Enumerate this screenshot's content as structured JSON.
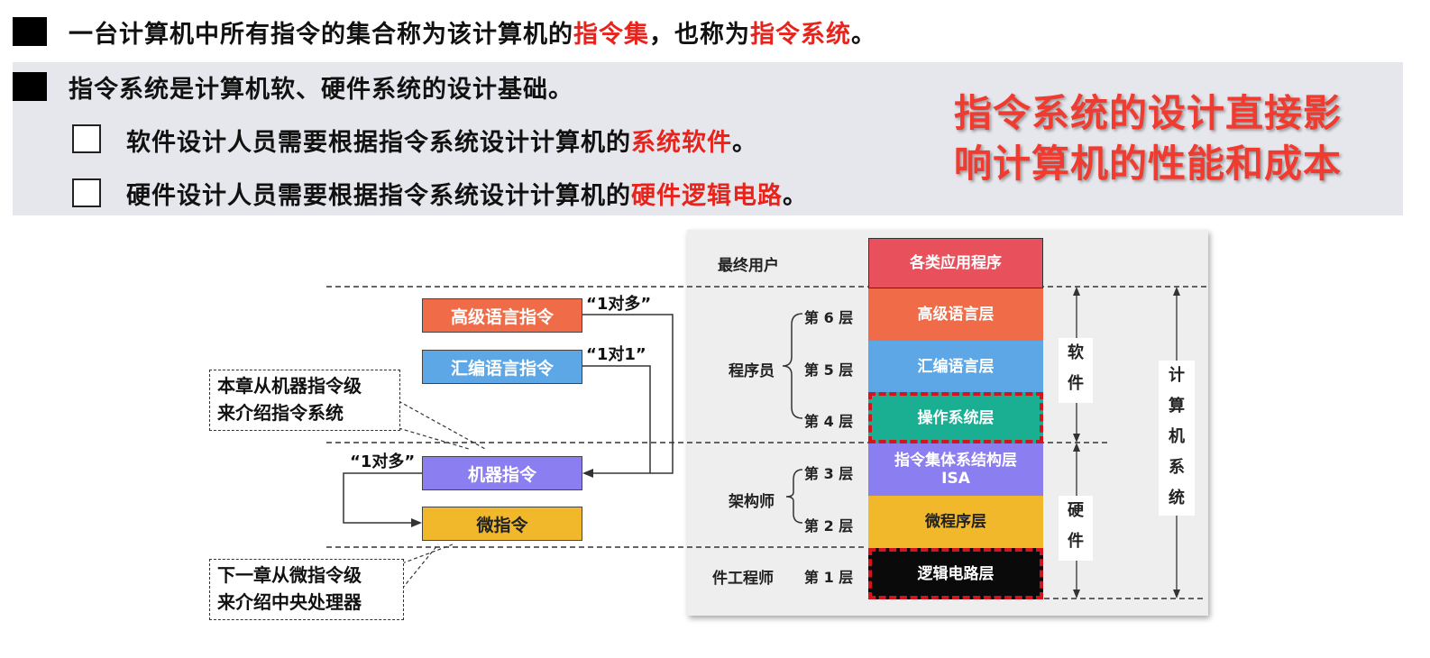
{
  "bullets": {
    "line1": {
      "pre": "一台计算机中所有指令的集合称为该计算机的",
      "hl1": "指令集",
      "mid": "，也称为",
      "hl2": "指令系统",
      "post": "。"
    },
    "line2": {
      "text": "指令系统是计算机软、硬件系统的设计基础。"
    },
    "line3": {
      "pre": "软件设计人员需要根据指令系统设计计算机的",
      "hl": "系统软件",
      "post": "。"
    },
    "line4": {
      "pre": "硬件设计人员需要根据指令系统设计计算机的",
      "hl": "硬件逻辑电路",
      "post": "。"
    }
  },
  "callout": {
    "line1": "指令系统的设计直接影",
    "line2": "响计算机的性能和成本"
  },
  "left_diagram": {
    "boxes": {
      "high_level": "高级语言指令",
      "assembly": "汇编语言指令",
      "machine": "机器指令",
      "micro": "微指令"
    },
    "quotes": {
      "one_to_many_top": "“1对多”",
      "one_to_one": "“1对1”",
      "one_to_many_left": "“1对多”"
    },
    "notes": {
      "this_chapter_l1": "本章从机器指令级",
      "this_chapter_l2": "来介绍指令系统",
      "next_chapter_l1": "下一章从微指令级",
      "next_chapter_l2": "来介绍中央处理器"
    }
  },
  "layers_panel": {
    "end_user": "最终用户",
    "programmer": "程序员",
    "architect": "架构师",
    "hw_engineer": "件工程师",
    "layers": [
      {
        "level": "",
        "name": "各类应用程序",
        "color": "#e8505b"
      },
      {
        "level": "第 6 层",
        "name": "高级语言层",
        "color": "#f06c48"
      },
      {
        "level": "第 5 层",
        "name": "汇编语言层",
        "color": "#5ea7e6"
      },
      {
        "level": "第 4 层",
        "name": "操作系统层",
        "color": "#1aaf93"
      },
      {
        "level": "第 3 层",
        "name": "指令集体系结构层",
        "name2": "ISA",
        "color": "#8b7ef0"
      },
      {
        "level": "第 2 层",
        "name": "微程序层",
        "color": "#f1b82b"
      },
      {
        "level": "第 1 层",
        "name": "逻辑电路层",
        "color": "#0a0a0a"
      }
    ],
    "software_label": [
      "软",
      "件"
    ],
    "hardware_label": [
      "硬",
      "件"
    ],
    "computer_system_label": [
      "计",
      "算",
      "机",
      "系",
      "统"
    ]
  },
  "colors": {
    "highlight": "#e8231c",
    "callout": "#ef3b30",
    "high_level_box": "#f06c48",
    "assembly_box": "#5ea7e6",
    "machine_box": "#8b7ef0",
    "micro_box": "#f1b82b"
  }
}
